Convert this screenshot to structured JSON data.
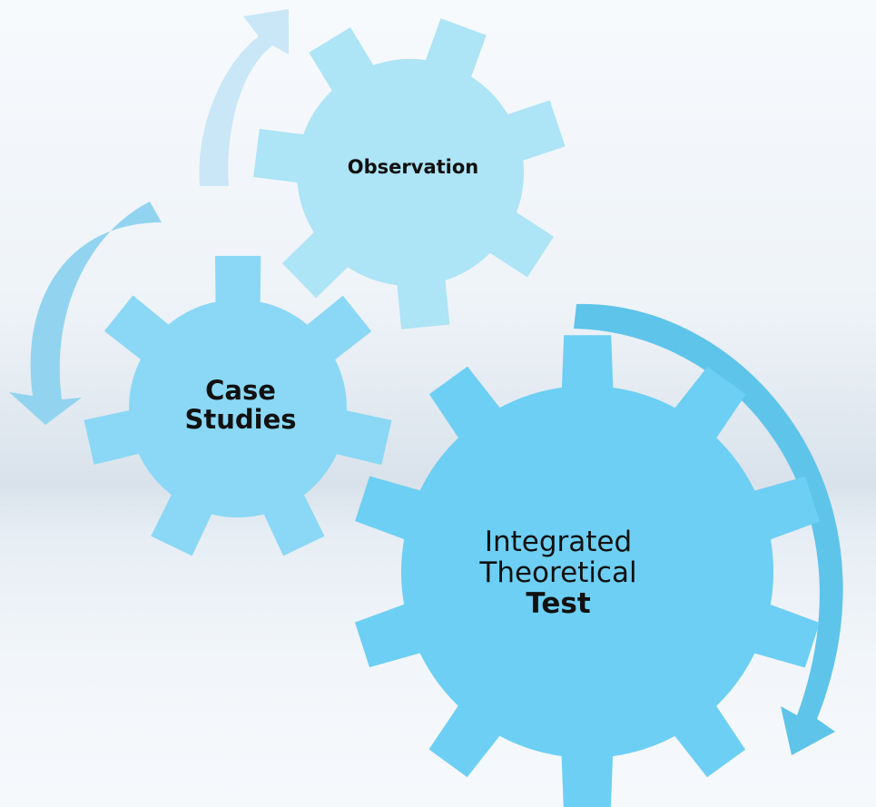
{
  "colors": {
    "gear_observation": "#ade4f6",
    "gear_case_studies": "#8ad8f5",
    "gear_integrated": "#6dcff3",
    "arrow_top": "#c9e7f7",
    "arrow_left": "#92d4f0",
    "arrow_right": "#5ec4ea"
  },
  "gears": {
    "observation": {
      "label": "Observation"
    },
    "case_studies": {
      "line1": "Case",
      "line2": "Studies"
    },
    "integrated": {
      "line1": "Integrated",
      "line2": "Theoretical",
      "line3": "Test"
    }
  },
  "icons": [
    "gear-icon",
    "curved-arrow-icon"
  ]
}
